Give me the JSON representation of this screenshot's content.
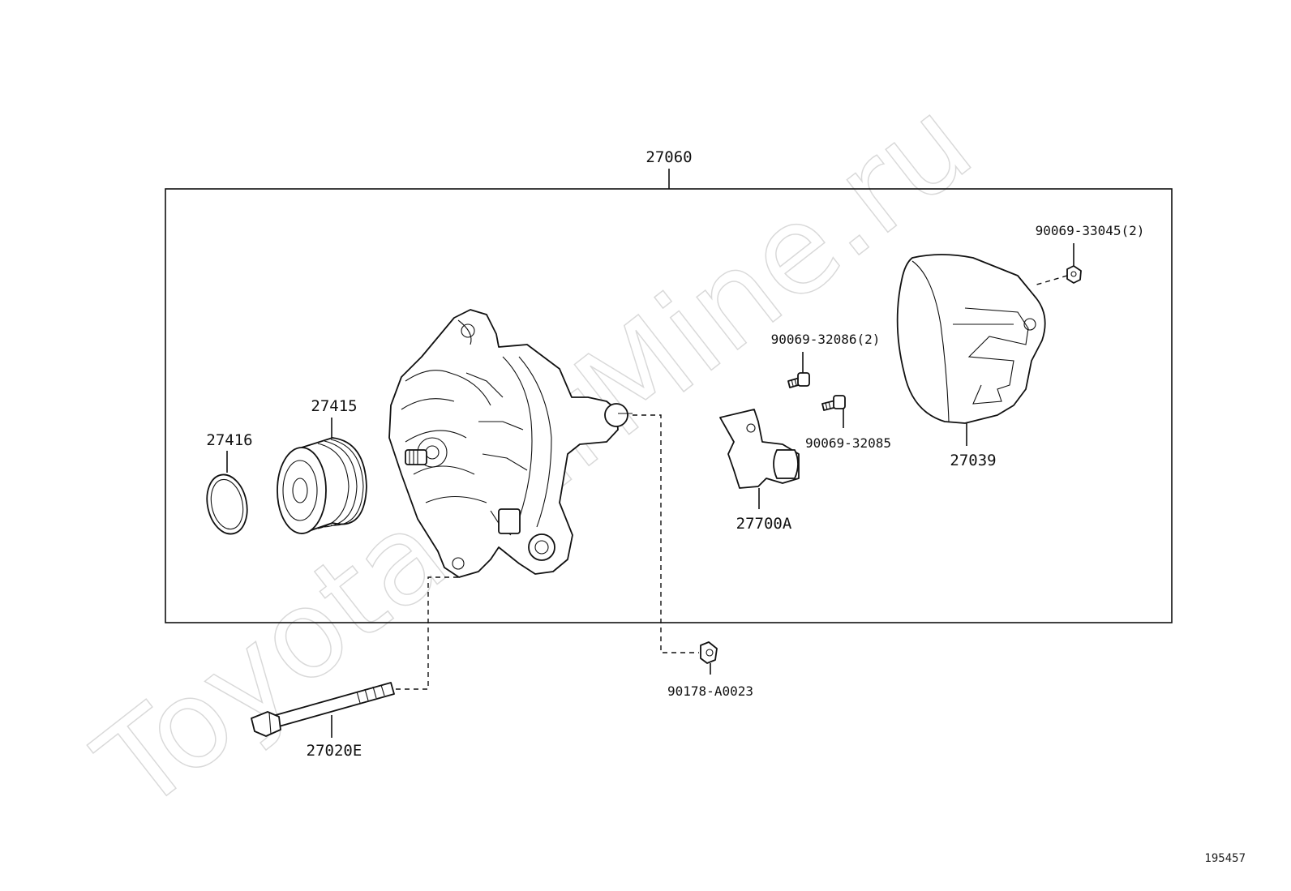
{
  "watermark": "ToyotaCarMine.ru",
  "labels": {
    "assembly": "27060",
    "snap_ring": "27416",
    "pulley": "27415",
    "bolt": "27020E",
    "nut_bottom": "90178-A0023",
    "screw_a": "90069-32086(2)",
    "screw_b": "90069-32085",
    "regulator": "27700A",
    "rear_cover": "27039",
    "cover_nut": "90069-33045(2)"
  },
  "diagram_id": "195457"
}
